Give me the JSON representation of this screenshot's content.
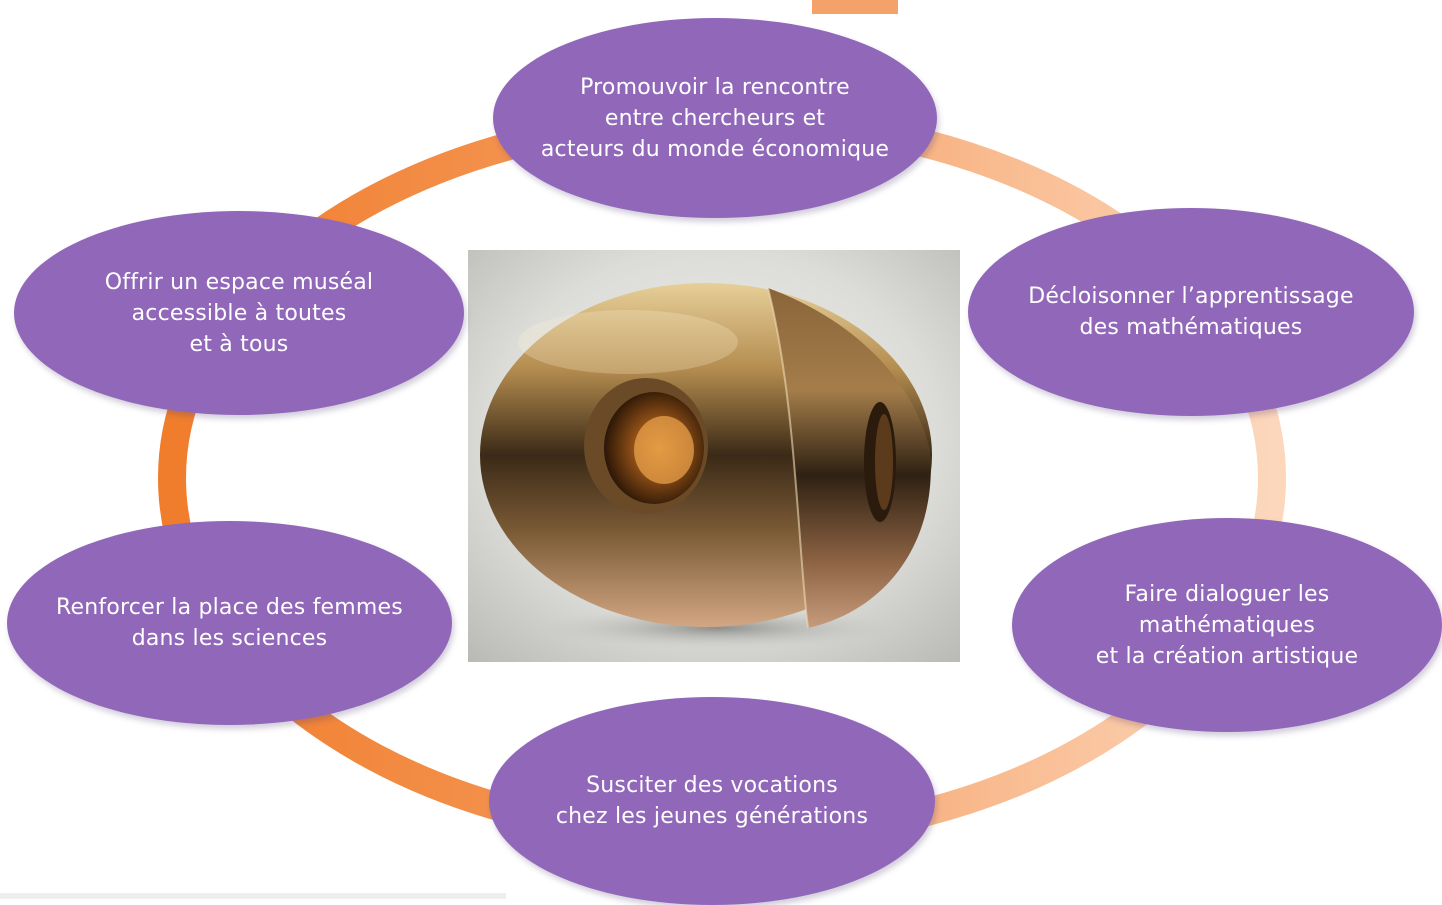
{
  "colors": {
    "bubble": "#9168b9",
    "bubble_text": "#ffffff",
    "ring_dark": "#f07d2c",
    "ring_light": "#fbd2b4",
    "background": "#ffffff"
  },
  "center_image": {
    "icon": "bronze-egg-sculpture-photo"
  },
  "goals": [
    {
      "id": "top",
      "text": "Promouvoir la rencontre\nentre chercheurs et\nacteurs du monde économique"
    },
    {
      "id": "upper-right",
      "text": "Décloisonner l’apprentissage\ndes mathématiques"
    },
    {
      "id": "lower-right",
      "text": "Faire dialoguer les\nmathématiques\net la création artistique"
    },
    {
      "id": "bottom",
      "text": "Susciter des vocations\nchez les jeunes générations"
    },
    {
      "id": "lower-left",
      "text": "Renforcer la place des femmes\ndans les sciences"
    },
    {
      "id": "upper-left",
      "text": "Offrir un espace muséal\naccessible à toutes\net à tous"
    }
  ]
}
